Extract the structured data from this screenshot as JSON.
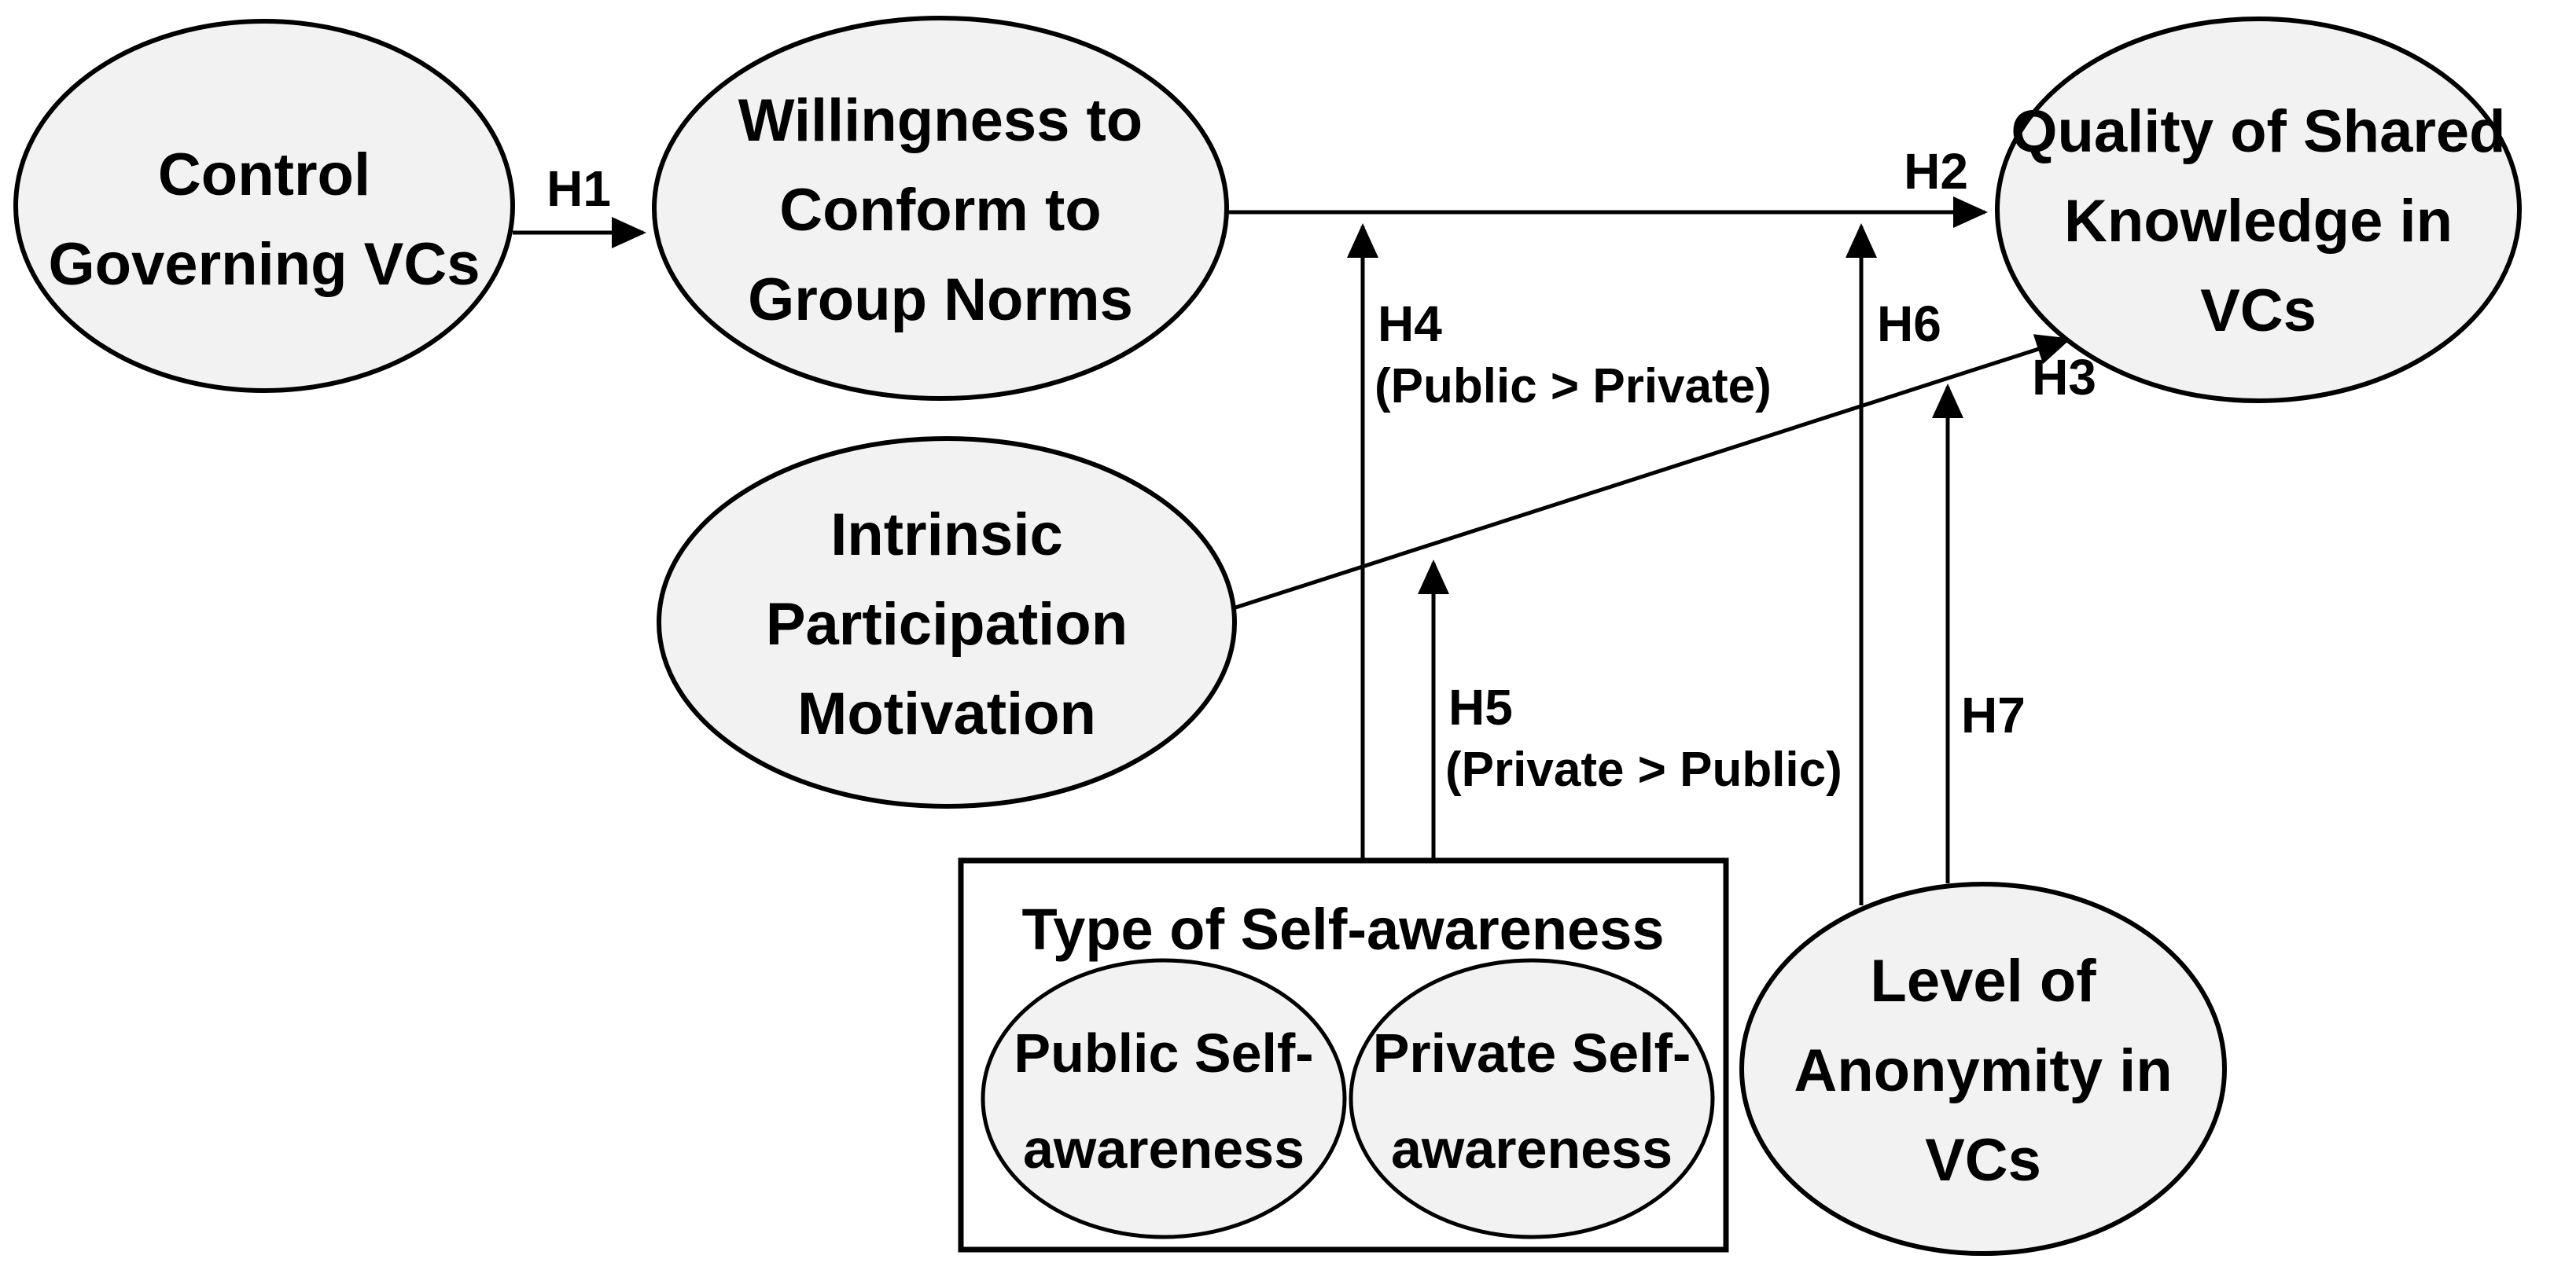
{
  "diagram": {
    "background_color": "#ffffff",
    "node_fill_color": "#f2f2f2",
    "line_color": "#000000",
    "nodes": {
      "control_governing_vcs": {
        "lines": [
          "Control",
          "Governing VCs"
        ]
      },
      "willingness_conform": {
        "lines": [
          "Willingness to",
          "Conform to",
          "Group Norms"
        ]
      },
      "quality_shared_knowledge": {
        "lines": [
          "Quality of Shared",
          "Knowledge in",
          "VCs"
        ]
      },
      "intrinsic_motivation": {
        "lines": [
          "Intrinsic",
          "Participation",
          "Motivation"
        ]
      },
      "level_of_anonymity": {
        "lines": [
          "Level of",
          "Anonymity in",
          "VCs"
        ]
      },
      "self_awareness_group": {
        "title": "Type of Self-awareness"
      },
      "public_self_awareness": {
        "lines": [
          "Public Self-",
          "awareness"
        ]
      },
      "private_self_awareness": {
        "lines": [
          "Private Self-",
          "awareness"
        ]
      }
    },
    "edges": {
      "h1": {
        "label": "H1"
      },
      "h2": {
        "label": "H2"
      },
      "h3": {
        "label": "H3"
      },
      "h4": {
        "label": "H4",
        "sublabel": "(Public > Private)"
      },
      "h5": {
        "label": "H5",
        "sublabel": "(Private > Public)"
      },
      "h6": {
        "label": "H6"
      },
      "h7": {
        "label": "H7"
      }
    }
  }
}
